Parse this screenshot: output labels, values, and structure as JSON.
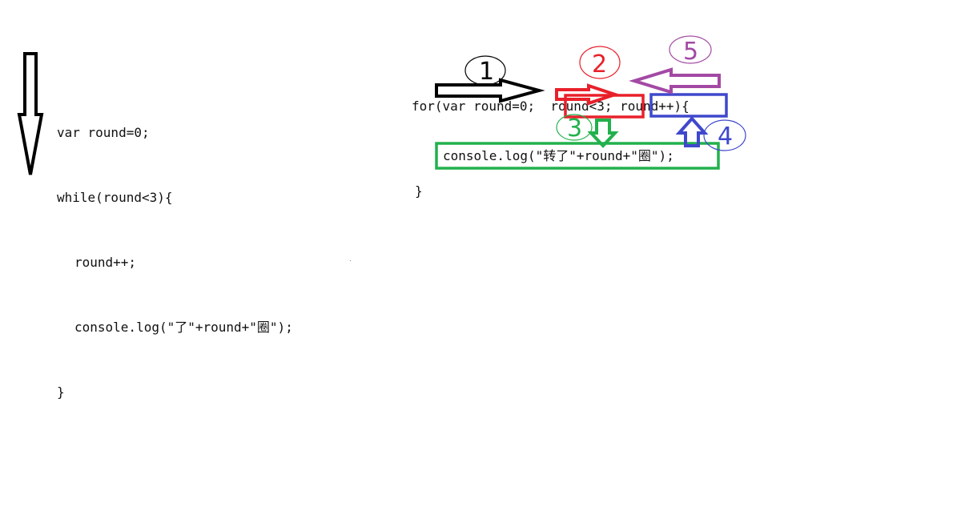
{
  "while_loop": {
    "lines": [
      "var round=0;",
      "while(round<3){",
      "round++;",
      "console.log(\"了\"+round+\"圈\");",
      "}"
    ]
  },
  "for_loop": {
    "prefix": "for(var round=0; ",
    "condition": "round<3;",
    "increment": "round++)",
    "open_brace": "{",
    "body": "console.log(\"转了\"+round+\"圈\");",
    "close_brace": "}"
  },
  "step_labels": {
    "step1": "1",
    "step2": "2",
    "step3": "3",
    "step4": "4",
    "step5": "5"
  },
  "colors": {
    "step1": "#000000",
    "step2": "#e8202a",
    "step3": "#22b14c",
    "step4": "#3f48cc",
    "step5": "#a349a4",
    "step2_label": "#e8202a",
    "step3_label": "#22b14c",
    "step4_label": "#3f48cc",
    "step5_label": "#a349a4"
  }
}
